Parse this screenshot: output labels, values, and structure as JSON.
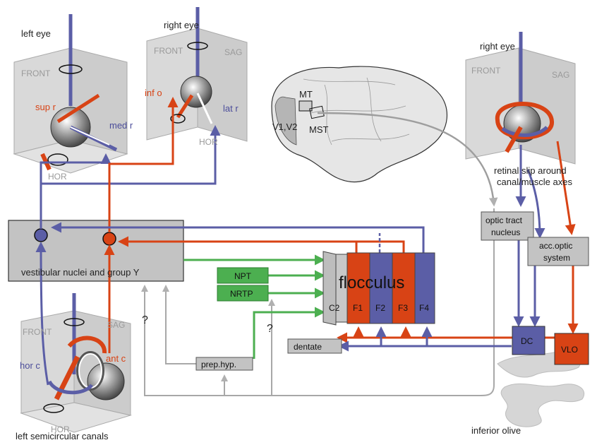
{
  "labels": {
    "left_eye": "left eye",
    "right_eye_top": "right eye",
    "right_eye_side": "right eye",
    "sup_r": "sup r",
    "med_r": "med r",
    "inf_o": "inf o",
    "lat_r": "lat r",
    "front": "FRONT",
    "sag": "SAG",
    "hor": "HOR",
    "mt": "MT",
    "mst": "MST",
    "v1v2": "V1,V2",
    "retinal_slip_1": "retinal slip around",
    "retinal_slip_2": "canal/muscle axes",
    "optic_tract_1": "optic tract",
    "optic_tract_2": "nucleus",
    "acc_optic_1": "acc.optic",
    "acc_optic_2": "system",
    "vestibular": "vestibular nuclei and group Y",
    "npt": "NPT",
    "nrtp": "NRTP",
    "flocculus": "flocculus",
    "c2": "C2",
    "f1": "F1",
    "f2": "F2",
    "f3": "F3",
    "f4": "F4",
    "dentate": "dentate",
    "dc": "DC",
    "vlo": "VLO",
    "prep_hyp": "prep.hyp.",
    "question": "?",
    "hor_c": "hor c",
    "ant_c": "ant c",
    "left_canals": "left  semicircular canals",
    "inferior_olive": "inferior olive"
  },
  "colors": {
    "red": "#d84315",
    "blue": "#5b5ea6",
    "green": "#4caf50",
    "grey": "#c8c8c8",
    "dark_grey": "#8c8c8c"
  }
}
